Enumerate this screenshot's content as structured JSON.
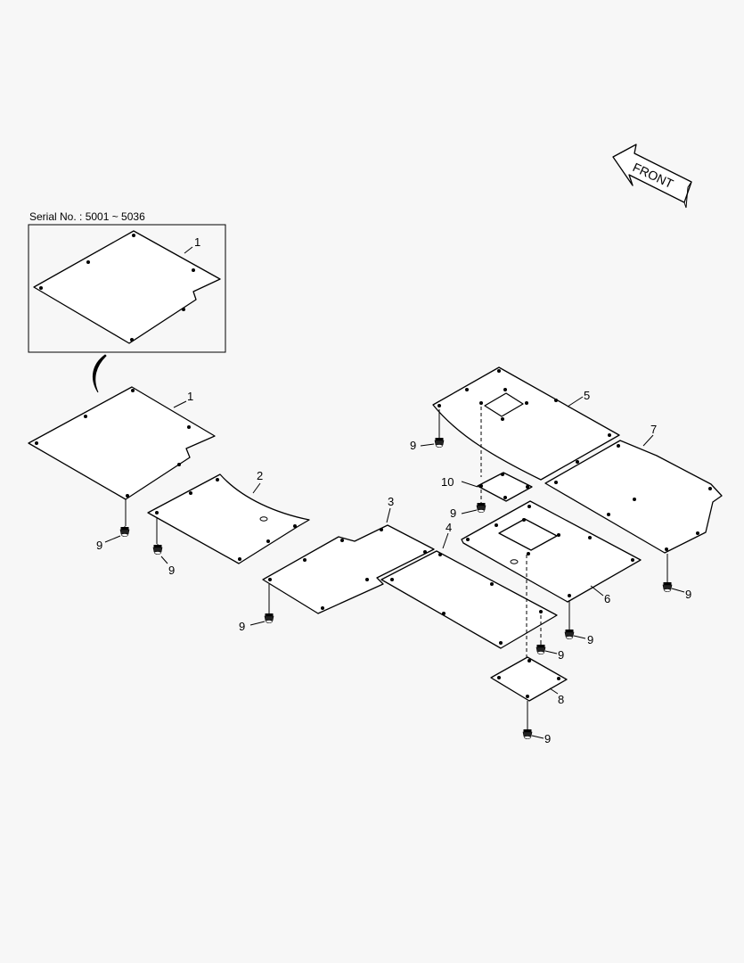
{
  "serial_label": "Serial No. : 5001 ~ 5036",
  "front_label": "FRONT",
  "callouts": {
    "p1_inset": "1",
    "p1": "1",
    "p2": "2",
    "p3": "3",
    "p4": "4",
    "p5": "5",
    "p6": "6",
    "p7": "7",
    "p8": "8",
    "p10": "10",
    "b1": "9",
    "b2": "9",
    "b3": "9",
    "b4": "9",
    "b5": "9",
    "b6": "9",
    "b7": "9",
    "b8": "9",
    "b9": "9"
  }
}
